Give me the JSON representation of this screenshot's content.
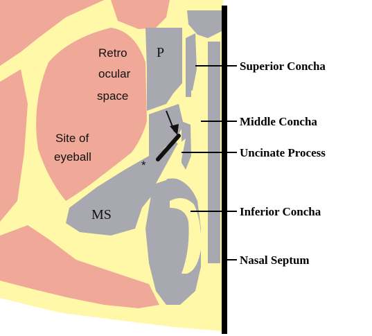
{
  "diagram": {
    "region_labels": {
      "retro_line1": "Retro",
      "retro_line2": "ocular",
      "retro_line3": "space",
      "eyeball_line1": "Site of",
      "eyeball_line2": "eyeball",
      "ms": "MS",
      "p": "P",
      "asterisk": "*"
    },
    "callouts": {
      "superior_concha": "Superior Concha",
      "middle_concha": "Middle Concha",
      "uncinate_process": "Uncinate Process",
      "inferior_concha": "Inferior Concha",
      "nasal_septum": "Nasal Septum"
    },
    "colors": {
      "tissue": "#F0A898",
      "bone": "#FFF8A8",
      "air": "#A8A8B0",
      "septum_bar": "#000000"
    }
  }
}
